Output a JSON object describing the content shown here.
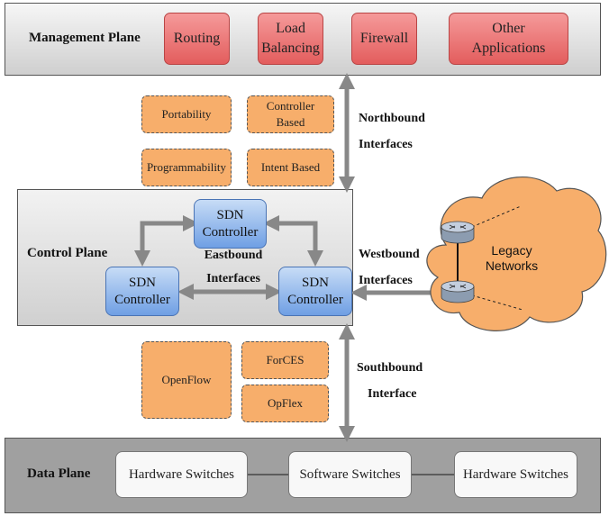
{
  "management_plane": {
    "label": "Management Plane",
    "apps": [
      {
        "name": "routing",
        "label": "Routing"
      },
      {
        "name": "load-balancing",
        "line1": "Load",
        "line2": "Balancing"
      },
      {
        "name": "firewall",
        "label": "Firewall"
      },
      {
        "name": "other-applications",
        "line1": "Other",
        "line2": "Applications"
      }
    ]
  },
  "northbound": {
    "line1": "Northbound",
    "line2": "Interfaces",
    "protocols": [
      "Portability",
      "Programmability",
      "Intent Based"
    ],
    "controller_based": {
      "line1": "Controller",
      "line2": "Based"
    }
  },
  "control_plane": {
    "label": "Control Plane",
    "controllers": [
      {
        "line1": "SDN",
        "line2": "Controller"
      },
      {
        "line1": "SDN",
        "line2": "Controller"
      },
      {
        "line1": "SDN",
        "line2": "Controller"
      }
    ],
    "eastbound": {
      "line1": "Eastbound",
      "line2": "Interfaces"
    }
  },
  "westbound": {
    "line1": "Westbound",
    "line2": "Interfaces"
  },
  "legacy": {
    "line1": "Legacy",
    "line2": "Networks"
  },
  "southbound": {
    "line1": "Southbound",
    "line2": "Interface",
    "protocols": [
      "OpenFlow",
      "ForCES",
      "OpFlex"
    ]
  },
  "data_plane": {
    "label": "Data Plane",
    "switches": [
      "Hardware Switches",
      "Software Switches",
      "Hardware Switches"
    ]
  },
  "colors": {
    "application_fill": "#e35d5d",
    "protocol_fill": "#f7ae6b",
    "controller_fill": "#6f9fe4",
    "cloud_fill": "#f7ae6b",
    "arrow": "#888888"
  }
}
